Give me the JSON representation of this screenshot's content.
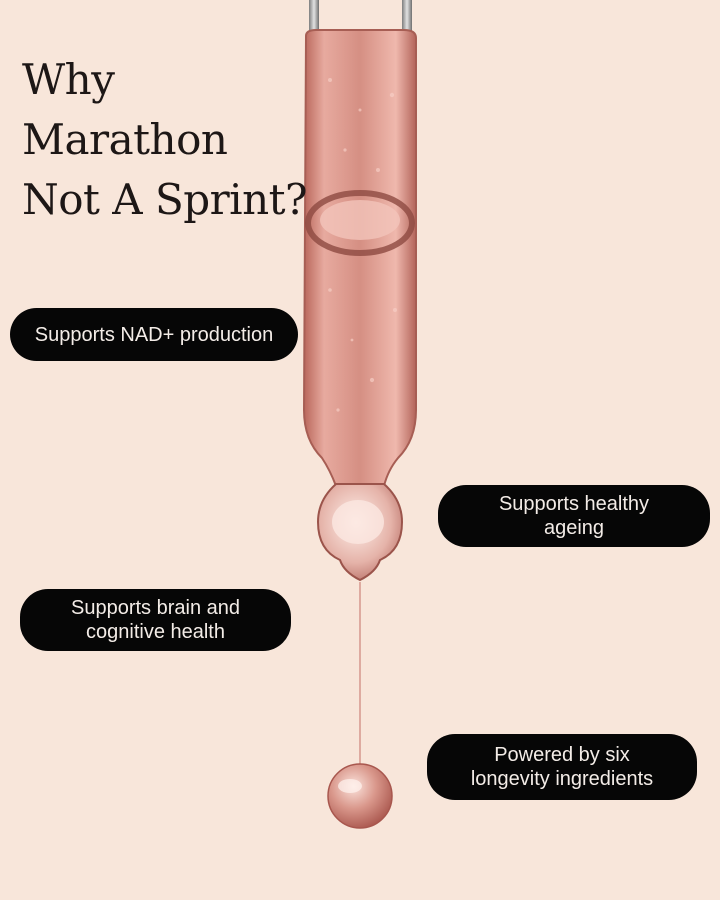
{
  "headline": {
    "line1": "Why",
    "line2": "Marathon",
    "line3": "Not A Sprint?"
  },
  "benefits": [
    {
      "label": "Supports NAD+ production"
    },
    {
      "label": "Supports healthy ageing"
    },
    {
      "label": "Supports brain and cognitive health"
    },
    {
      "label": "Powered by six longevity ingredients"
    }
  ],
  "colors": {
    "background": "#f8e6da",
    "pill_background": "#060606",
    "pill_text": "#f3ece7",
    "headline_text": "#1d1716",
    "serum": "#d69589",
    "glass": "#9a9a9a"
  },
  "illustration": {
    "subject": "glass-dropper-pipette-with-serum-drop"
  }
}
